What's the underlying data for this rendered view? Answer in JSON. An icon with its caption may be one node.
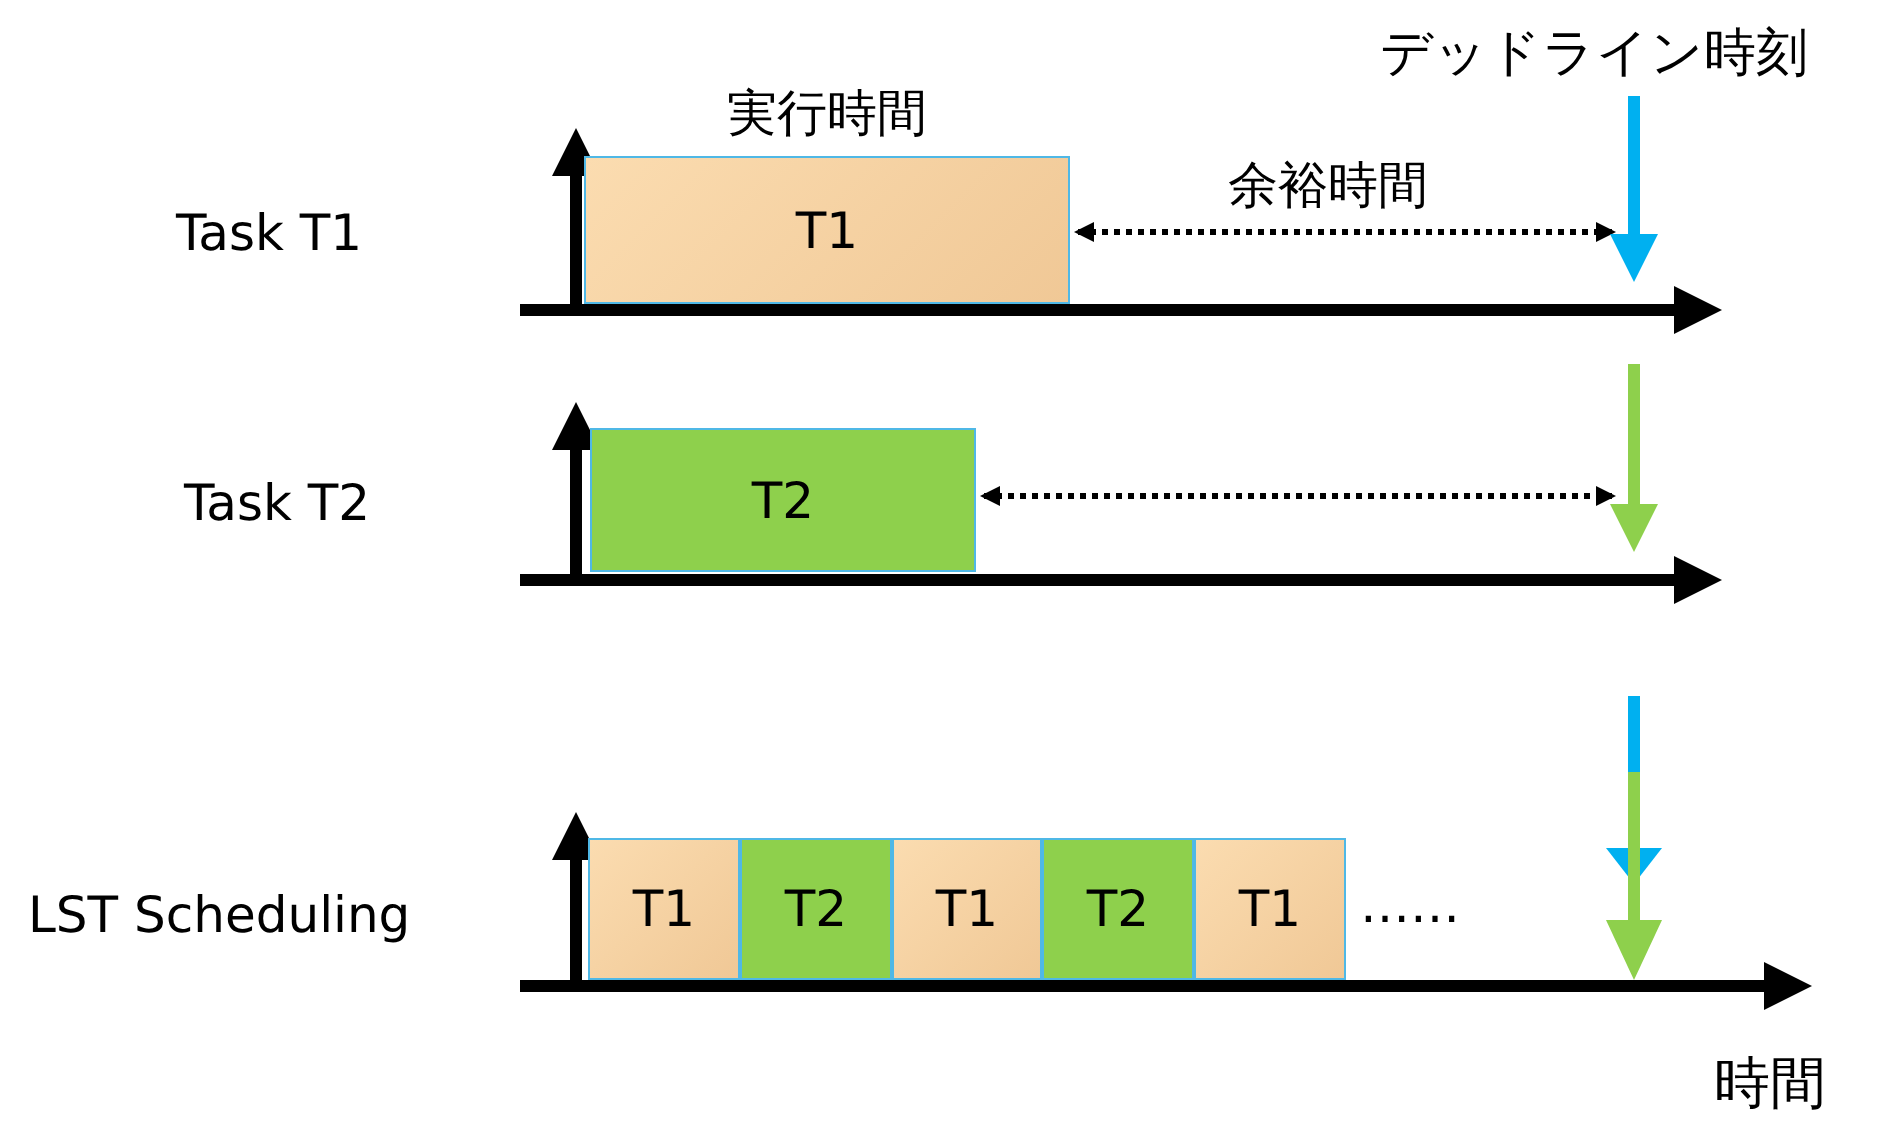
{
  "diagram": {
    "nodes": [
      {
        "text": [
          "T1"
        ],
        "beside": [
          "実行時間"
        ]
      },
      {
        "text": [
          "T2"
        ]
      },
      {
        "text": [
          "T1"
        ]
      },
      {
        "text": [
          "T2"
        ]
      },
      {
        "text": [
          "T1"
        ]
      },
      {
        "text": [
          "T2"
        ]
      },
      {
        "text": [
          "T1"
        ]
      }
    ],
    "labels": [
      "デッドライン時刻",
      "Task T1",
      "余裕時間",
      "Task T2",
      "LST Scheduling",
      "……",
      "時間"
    ]
  }
}
